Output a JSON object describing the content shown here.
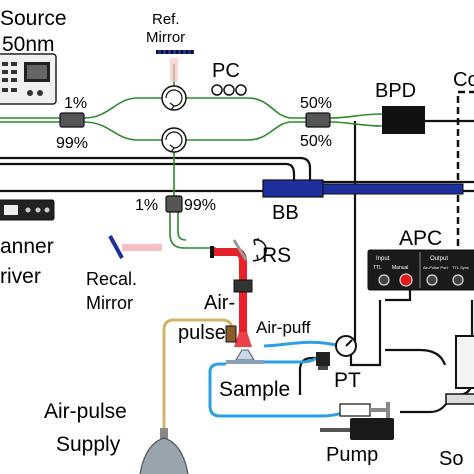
{
  "labels": {
    "source_line1": "Source",
    "source_line2": "50nm",
    "ref_line1": "Ref.",
    "ref_line2": "Mirror",
    "pc": "PC",
    "bpd": "BPD",
    "co": "Co",
    "split_1_top": "1%",
    "split_99_left": "99%",
    "split_50_top": "50%",
    "split_50_bottom": "50%",
    "split_1_bottom": "1%",
    "split_99_bottom": "99%",
    "bb": "BB",
    "apc": "APC",
    "rs": "RS",
    "scanner_line1": "anner",
    "scanner_line2": "river",
    "recal_line1": "Recal.",
    "recal_line2": "Mirror",
    "airpulse_line1": "Air-",
    "airpulse_line2": "pulse",
    "airpuff": "Air-puff",
    "sample": "Sample",
    "pt": "PT",
    "supply_line1": "Air-pulse",
    "supply_line2": "Supply",
    "pump": "Pump",
    "so": "So"
  },
  "apc_panel": {
    "input_title": "Input",
    "output_title": "Output",
    "ttl": "TTL",
    "manual": "Manual",
    "airpulse_port": "Air-Pulse Port",
    "ttl_sync": "TTL Sync"
  },
  "colors": {
    "fiber": "#2e8b2e",
    "cable": "#111111",
    "beam": "#e8202a",
    "blue_tube": "#2aa0e0",
    "air_tube": "#cfb46a",
    "bb_block": "#1e2f9e",
    "button_red": "#e01818"
  }
}
